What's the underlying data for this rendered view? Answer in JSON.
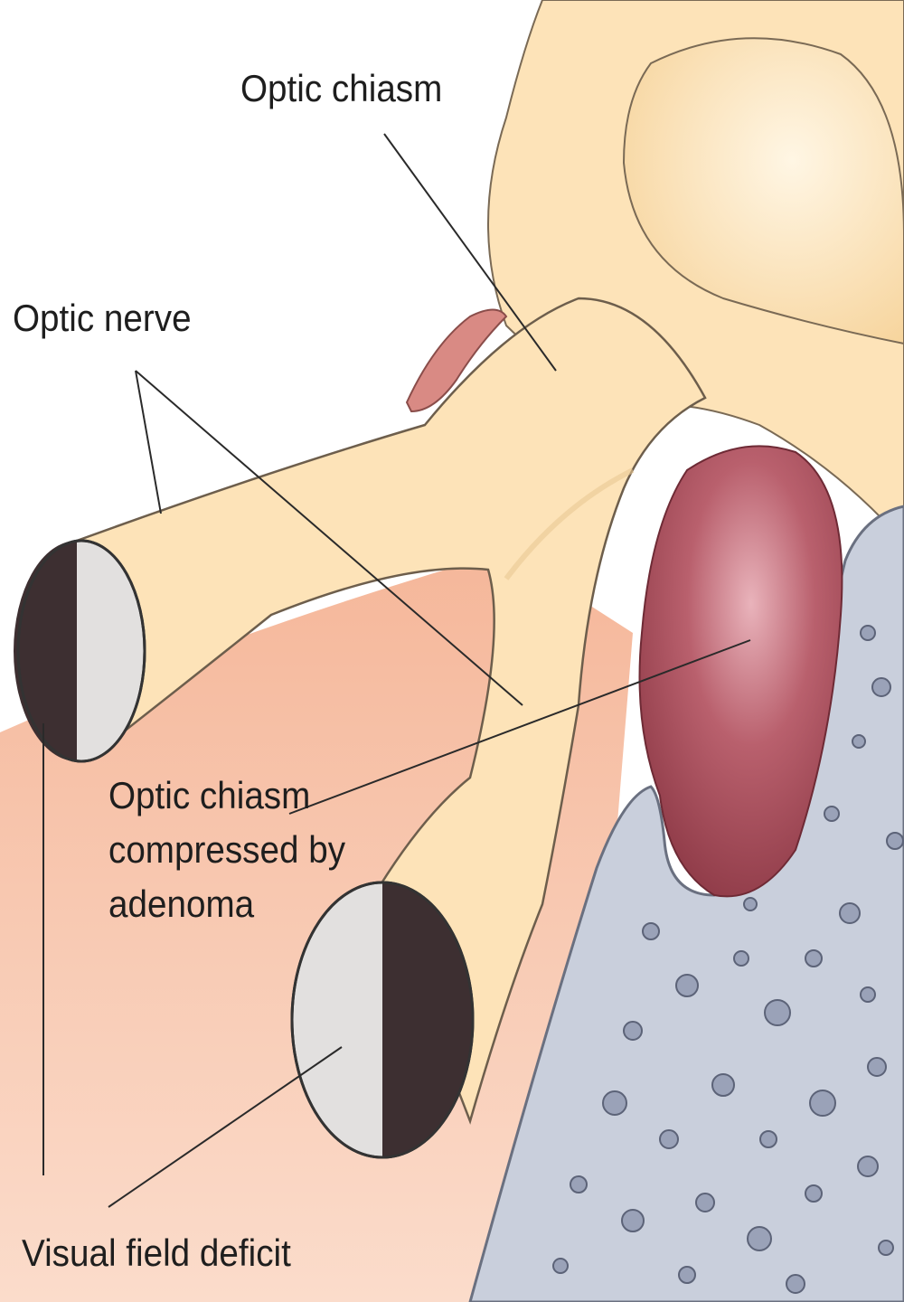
{
  "labels": {
    "optic_chiasm": "Optic chiasm",
    "optic_nerve": "Optic nerve",
    "compressed_line1": "Optic chiasm",
    "compressed_line2": "compressed by",
    "compressed_line3": "adenoma",
    "visual_field_deficit": "Visual field deficit"
  },
  "colors": {
    "background": "#ffffff",
    "nerve_tissue": "#fde3b8",
    "skin_tone": "#f6c3a6",
    "adenoma": "#b0505e",
    "bone": "#c9cfdc",
    "deficit_dark": "#3d2f31",
    "field_light": "#e2e0df",
    "outline": "#555555"
  }
}
